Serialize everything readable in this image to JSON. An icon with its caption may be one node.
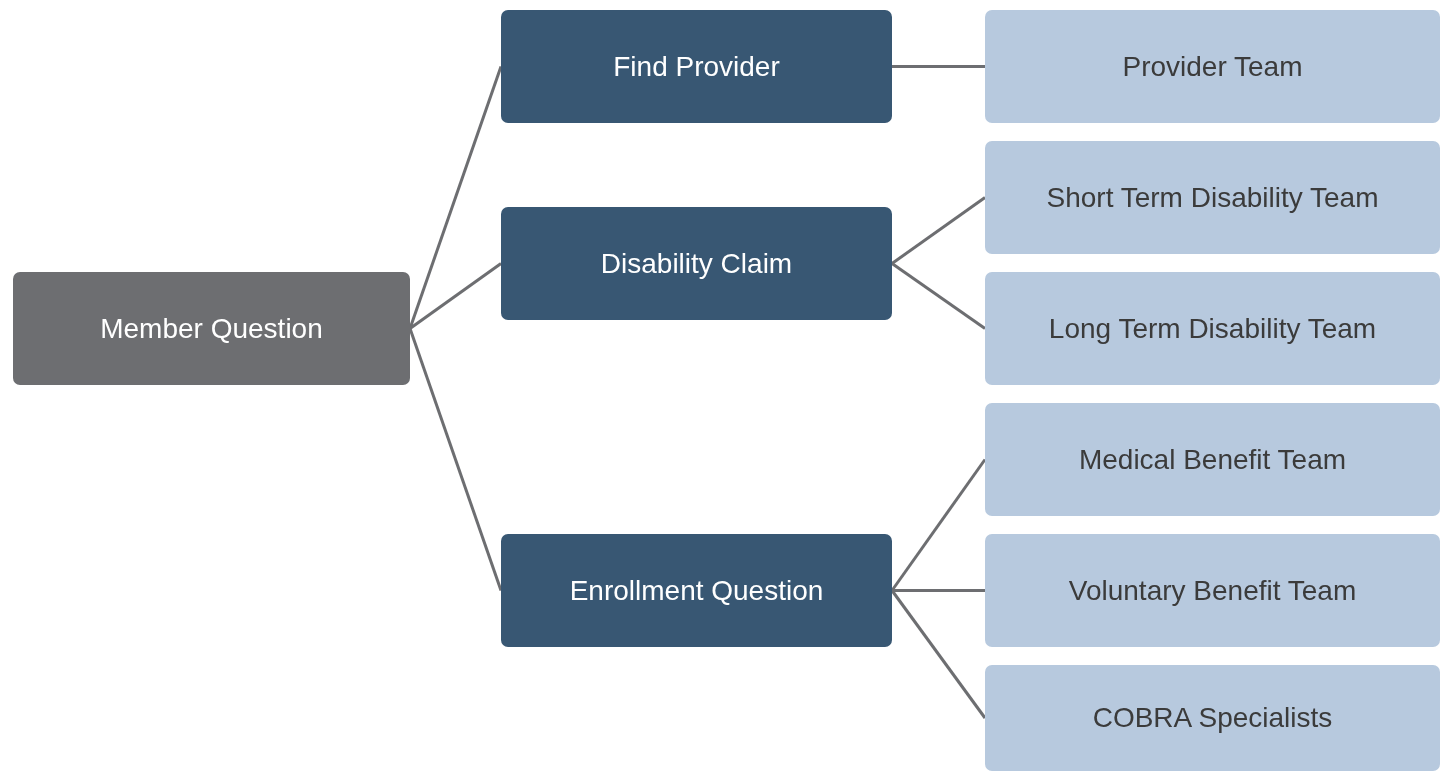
{
  "diagram": {
    "nodes": [
      {
        "text": [
          "Member Question"
        ]
      },
      {
        "text": [
          "Find Provider"
        ]
      },
      {
        "text": [
          "Disability Claim"
        ]
      },
      {
        "text": [
          "Enrollment Question"
        ]
      },
      {
        "text": [
          "Provider Team"
        ]
      },
      {
        "text": [
          "Short Term Disability Team"
        ]
      },
      {
        "text": [
          "Long Term Disability Team"
        ]
      },
      {
        "text": [
          "Medical Benefit Team"
        ]
      },
      {
        "text": [
          "Voluntary Benefit Team"
        ]
      },
      {
        "text": [
          "COBRA Specialists"
        ]
      }
    ],
    "edges": [
      {
        "from": 0,
        "to": 1,
        "arrow": "none"
      },
      {
        "from": 0,
        "to": 2,
        "arrow": "none"
      },
      {
        "from": 0,
        "to": 3,
        "arrow": "none"
      },
      {
        "from": 1,
        "to": 4,
        "arrow": "none"
      },
      {
        "from": 2,
        "to": 5,
        "arrow": "none"
      },
      {
        "from": 2,
        "to": 6,
        "arrow": "none"
      },
      {
        "from": 3,
        "to": 7,
        "arrow": "none"
      },
      {
        "from": 3,
        "to": 8,
        "arrow": "none"
      },
      {
        "from": 3,
        "to": 9,
        "arrow": "none"
      }
    ]
  }
}
